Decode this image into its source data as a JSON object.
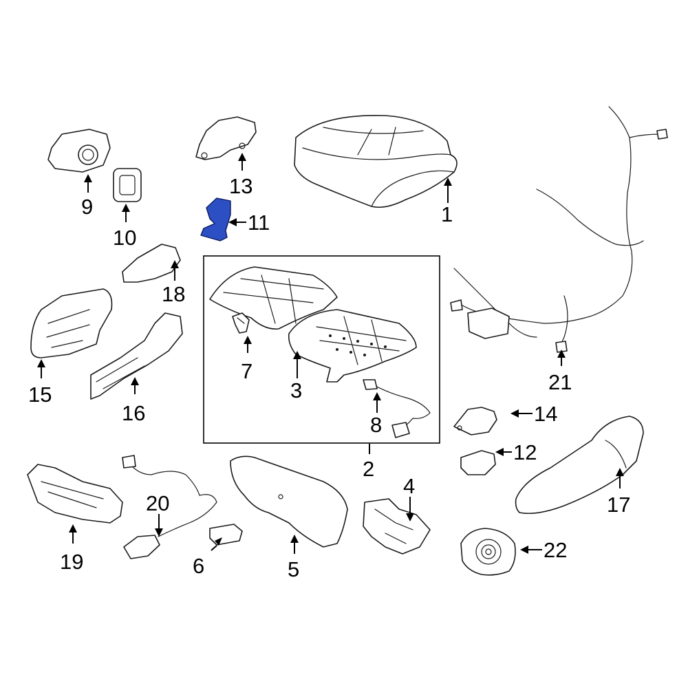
{
  "highlight_color": "#2c4fc4",
  "callouts": {
    "c1": "1",
    "c2": "2",
    "c3": "3",
    "c4": "4",
    "c5": "5",
    "c6": "6",
    "c7": "7",
    "c8": "8",
    "c9": "9",
    "c10": "10",
    "c11": "11",
    "c12": "12",
    "c13": "13",
    "c14": "14",
    "c15": "15",
    "c16": "16",
    "c17": "17",
    "c18": "18",
    "c19": "19",
    "c20": "20",
    "c21": "21",
    "c22": "22"
  },
  "highlighted_part": "11"
}
